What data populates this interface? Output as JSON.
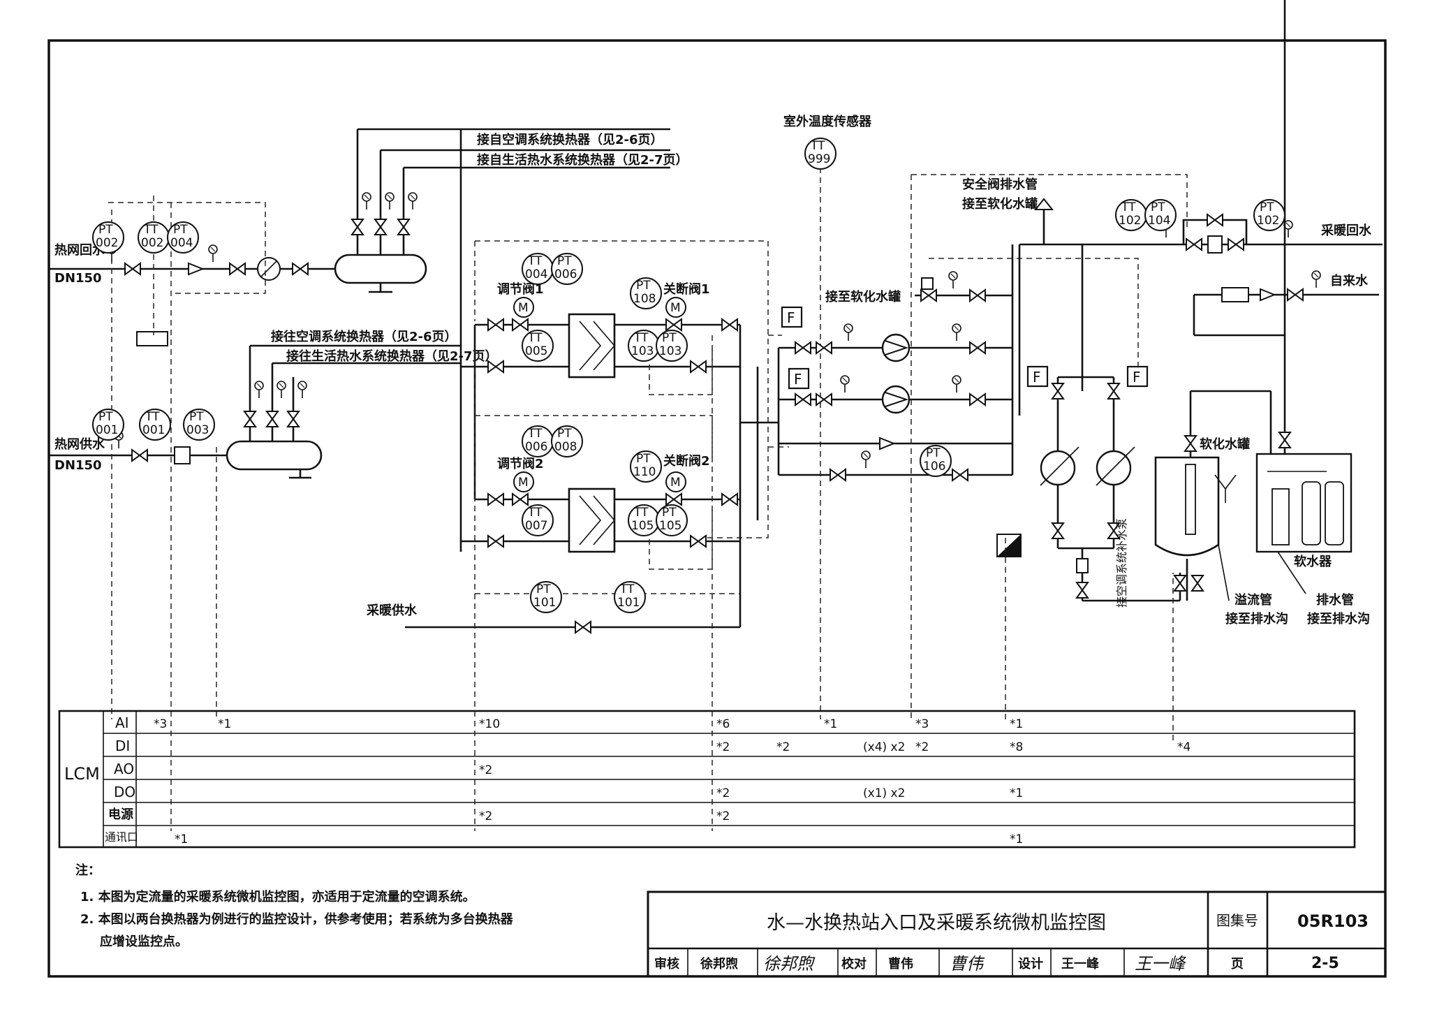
{
  "labels": {
    "from_ac_exchanger": "接自空调系统换热器（见2-6页）",
    "from_dhw_exchanger": "接自生活热水系统换热器（见2-7页）",
    "to_ac_exchanger": "接往空调系统换热器（见2-6页）",
    "to_dhw_exchanger": "接往生活热水系统换热器（见2-7页）",
    "outdoor_sensor": "室外温度传感器",
    "network_return": "热网回水",
    "network_supply": "热网供水",
    "dn_return": "DN150",
    "dn_supply": "DN150",
    "reg_valve_1": "调节阀1",
    "reg_valve_2": "调节阀2",
    "shutoff_valve_1": "关断阀1",
    "shutoff_valve_2": "关断阀2",
    "safety_drain": "安全阀排水管",
    "to_softwater_tank_1": "接至软化水罐",
    "to_softwater_tank_2": "接至软化水罐",
    "heating_return": "采暖回水",
    "tap_water": "自来水",
    "softwater_tank": "软化水罐",
    "softener": "软水器",
    "heating_supply": "采暖供水",
    "overflow": "溢流管",
    "overflow_drain": "接至排水沟",
    "drain_pipe": "排水管",
    "drain_pipe_drain": "接至排水沟",
    "ac_makeup_pump": "接空调系统补水泵"
  },
  "instruments": [
    {
      "id": "pt002",
      "top": "PT",
      "bottom": "002"
    },
    {
      "id": "tt002",
      "top": "TT",
      "bottom": "002"
    },
    {
      "id": "pt004",
      "top": "PT",
      "bottom": "004"
    },
    {
      "id": "pt001",
      "top": "PT",
      "bottom": "001"
    },
    {
      "id": "tt001",
      "top": "TT",
      "bottom": "001"
    },
    {
      "id": "pt003",
      "top": "PT",
      "bottom": "003"
    },
    {
      "id": "tt004",
      "top": "TT",
      "bottom": "004"
    },
    {
      "id": "pt006",
      "top": "PT",
      "bottom": "006"
    },
    {
      "id": "tt005",
      "top": "TT",
      "bottom": "005"
    },
    {
      "id": "pt108",
      "top": "PT",
      "bottom": "108"
    },
    {
      "id": "tt103",
      "top": "TT",
      "bottom": "103"
    },
    {
      "id": "pt103",
      "top": "PT",
      "bottom": "103"
    },
    {
      "id": "tt006",
      "top": "TT",
      "bottom": "006"
    },
    {
      "id": "pt008",
      "top": "PT",
      "bottom": "008"
    },
    {
      "id": "tt007",
      "top": "TT",
      "bottom": "007"
    },
    {
      "id": "pt110",
      "top": "PT",
      "bottom": "110"
    },
    {
      "id": "tt105",
      "top": "TT",
      "bottom": "105"
    },
    {
      "id": "pt105",
      "top": "PT",
      "bottom": "105"
    },
    {
      "id": "tt999",
      "top": "TT",
      "bottom": "999"
    },
    {
      "id": "tt102",
      "top": "TT",
      "bottom": "102"
    },
    {
      "id": "pt104",
      "top": "PT",
      "bottom": "104"
    },
    {
      "id": "pt102",
      "top": "PT",
      "bottom": "102"
    },
    {
      "id": "pt106",
      "top": "PT",
      "bottom": "106"
    },
    {
      "id": "pt101",
      "top": "PT",
      "bottom": "101"
    },
    {
      "id": "tt101",
      "top": "TT",
      "bottom": "101"
    }
  ],
  "flow_switch": "F",
  "motor": "M",
  "lcm": {
    "title": "LCM",
    "rows": [
      "AI",
      "DI",
      "AO",
      "DO",
      "电源",
      "通讯口"
    ],
    "points": {
      "ai": [
        "*3",
        "*1",
        "*10",
        "*6",
        "*1",
        "*3",
        "*1"
      ],
      "di": [
        "*2",
        "*2",
        "(x4) x2",
        "*2",
        "*8",
        "*4"
      ],
      "ao": [
        "*2"
      ],
      "do": [
        "*2",
        "(x1) x2",
        "*1"
      ],
      "power": [
        "*2",
        "*2"
      ],
      "comm": [
        "*1",
        "*1"
      ]
    }
  },
  "notes": {
    "heading": "注：",
    "items": [
      "1. 本图为定流量的采暖系统微机监控图，亦适用于定流量的空调系统。",
      "2. 本图以两台换热器为例进行的监控设计，供参考使用；若系统为多台换热器",
      "应增设监控点。"
    ]
  },
  "title_block": {
    "title": "水—水换热站入口及采暖系统微机监控图",
    "atlas_label": "图集号",
    "atlas_no": "05R103",
    "review_label": "审核",
    "reviewer": "徐邦煦",
    "check_label": "校对",
    "checker": "曹伟",
    "design_label": "设计",
    "designer": "王一峰",
    "page_label": "页",
    "page_no": "2-5"
  }
}
